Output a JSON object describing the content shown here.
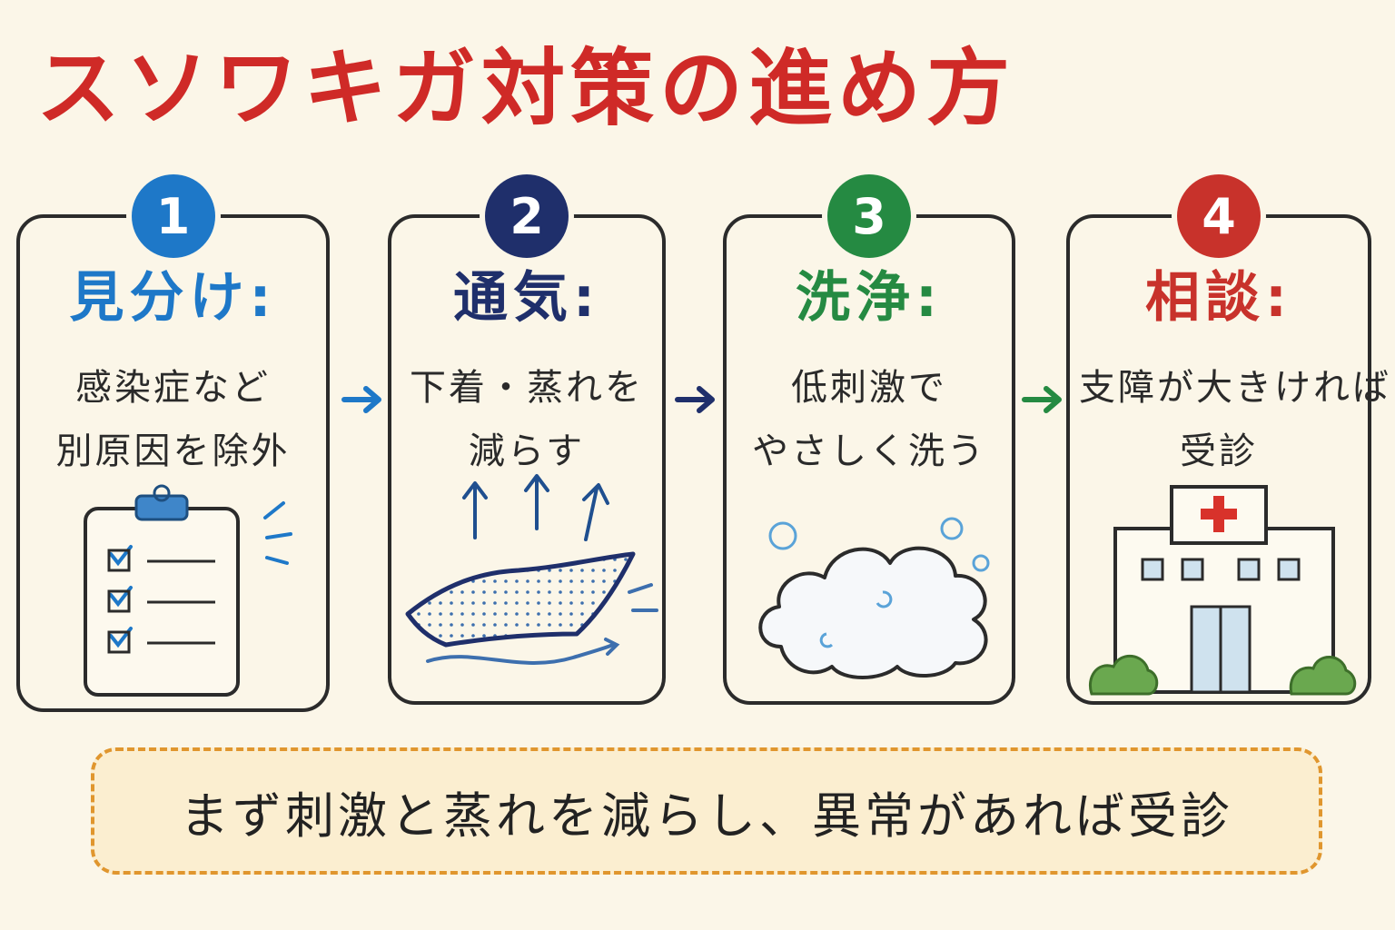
{
  "title": "スソワキガ対策の進め方",
  "colors": {
    "title": "#cf2a27",
    "step1": "#1e78c8",
    "step2": "#1f2f6b",
    "step3": "#258a42",
    "step4": "#c8322b",
    "summary_border": "#e0962e",
    "summary_fill": "#fbeed0",
    "background": "#fbf6e8"
  },
  "steps": [
    {
      "number": "1",
      "title": "見分け:",
      "desc_line1": "感染症など",
      "desc_line2": "別原因を除外",
      "icon": "clipboard-checklist-icon"
    },
    {
      "number": "2",
      "title": "通気:",
      "desc_line1": "下着・蒸れを",
      "desc_line2": "減らす",
      "icon": "breathable-fabric-icon"
    },
    {
      "number": "3",
      "title": "洗浄:",
      "desc_line1": "低刺激で",
      "desc_line2": "やさしく洗う",
      "icon": "soap-foam-icon"
    },
    {
      "number": "4",
      "title": "相談:",
      "desc_line1": "支障が大きければ",
      "desc_line2": "受診",
      "icon": "hospital-icon"
    }
  ],
  "arrows": [
    "arrow-right-icon",
    "arrow-right-icon",
    "arrow-right-icon"
  ],
  "summary": "まず刺激と蒸れを減らし、異常があれば受診"
}
